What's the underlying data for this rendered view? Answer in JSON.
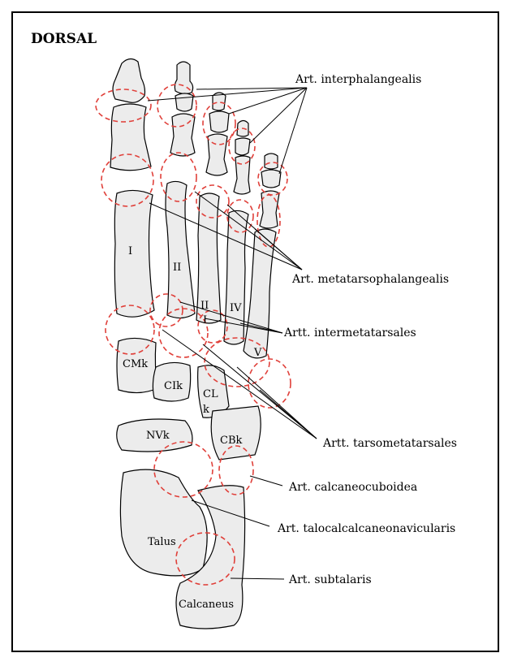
{
  "title": "DORSAL",
  "labels": {
    "interphalangealis": "Art. interphalangealis",
    "metatarsophalangealis": "Art. metatarsophalangealis",
    "intermetatarsales": "Artt. intermetatarsales",
    "tarsometatarsales": "Artt. tarsometatarsales",
    "calcaneocuboidea": "Art. calcaneocuboidea",
    "talocalcaneonavicularis": "Art. talocalcalcaneonavicularis",
    "subtalaris": "Art. subtalaris"
  },
  "bones": {
    "mt1": "I",
    "mt2": "II",
    "mt3_a": "II",
    "mt3_b": "I",
    "mt4": "IV",
    "mt5": "V",
    "cmk": "CMk",
    "cik": "CIk",
    "clk_a": "CL",
    "clk_b": "k",
    "nvk": "NVk",
    "cbk": "CBk",
    "talus": "Talus",
    "calcaneus": "Calcaneus"
  },
  "colors": {
    "joint_marker": "#e0403a",
    "bone_fill": "#ececec",
    "outline": "#000000"
  }
}
